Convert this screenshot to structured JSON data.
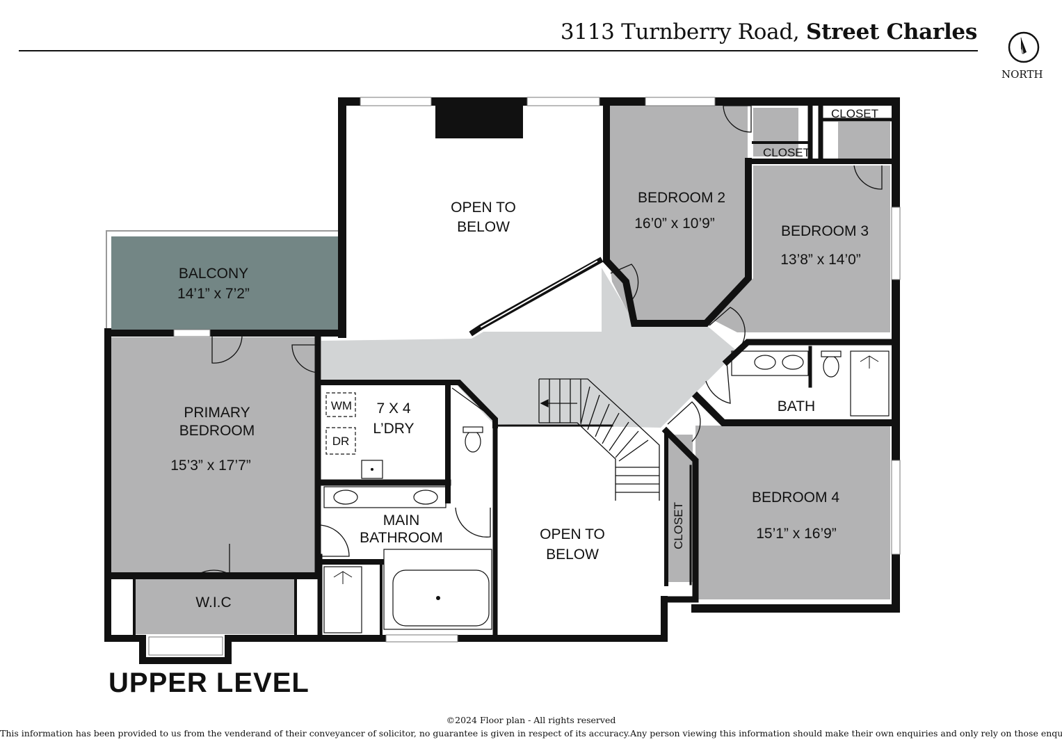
{
  "header": {
    "address_street": "3113 Turnberry Road,",
    "address_city": "Street Charles",
    "compass_label": "NORTH"
  },
  "plan": {
    "level_title": "UPPER LEVEL",
    "rooms": {
      "open_below_top_l1": "OPEN TO",
      "open_below_top_l2": "BELOW",
      "bedroom2_name": "BEDROOM 2",
      "bedroom2_size": "16’0” x 10’9”",
      "closet_a": "CLOSET",
      "closet_b": "CLOSET",
      "bedroom3_name": "BEDROOM 3",
      "bedroom3_size": "13’8” x 14’0”",
      "balcony_name": "BALCONY",
      "balcony_size": "14’1” x 7’2”",
      "primary_l1": "PRIMARY",
      "primary_l2": "BEDROOM",
      "primary_size": "15’3” x 17’7”",
      "wm": "WM",
      "dr": "DR",
      "laundry_size": "7 X 4",
      "laundry_name": "L’DRY",
      "main_bath_l1": "MAIN",
      "main_bath_l2": "BATHROOM",
      "bath": "BATH",
      "open_below_bot_l1": "OPEN TO",
      "open_below_bot_l2": "BELOW",
      "closet_c": "CLOSET",
      "bedroom4_name": "BEDROOM 4",
      "bedroom4_size": "15’1” x 16’9”",
      "wic": "W.I.C"
    },
    "colors": {
      "wall": "#111111",
      "room": "#b3b3b4",
      "hall": "#d2d4d5",
      "balcony": "#738685",
      "open": "#ffffff"
    }
  },
  "footer": {
    "copyright": "©2024  Floor plan  - All rights reserved",
    "disclaimer": "This information has been provided to us from the venderand of their conveyancer of solicitor, no guarantee is given in respect of its accuracy.Any person viewing this information should make their own enquiries and only rely on those enquiries."
  }
}
